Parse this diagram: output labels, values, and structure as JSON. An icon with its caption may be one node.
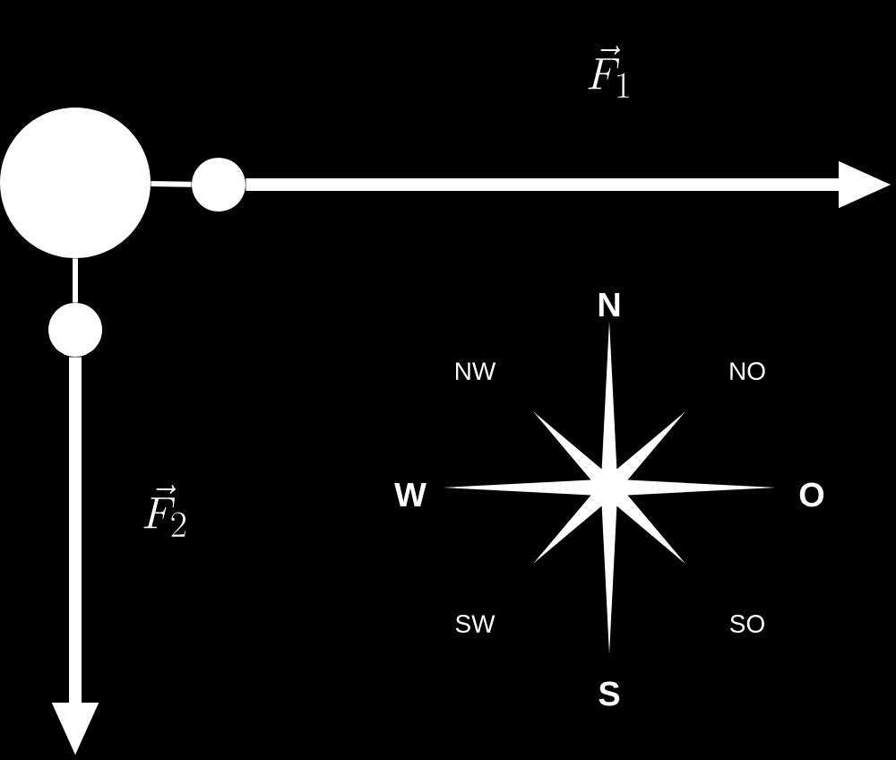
{
  "diagram": {
    "nodes": [
      {
        "text": [],
        "shape": "circle"
      },
      {
        "text": [],
        "shape": "circle"
      },
      {
        "text": [],
        "shape": "circle"
      }
    ],
    "edges": [
      {
        "from": 0,
        "to": 1,
        "arrow": "none"
      },
      {
        "from": 1,
        "to": null,
        "arrow": "to",
        "style": "thick",
        "label": "\\vec{F}_1"
      },
      {
        "from": 0,
        "to": 2,
        "arrow": "none"
      },
      {
        "from": 2,
        "to": null,
        "arrow": "to",
        "style": "thick",
        "label": "\\vec{F}_2"
      }
    ],
    "labels": [
      "N",
      "NW",
      "NO",
      "W",
      "O",
      "SW",
      "SO",
      "S"
    ]
  }
}
